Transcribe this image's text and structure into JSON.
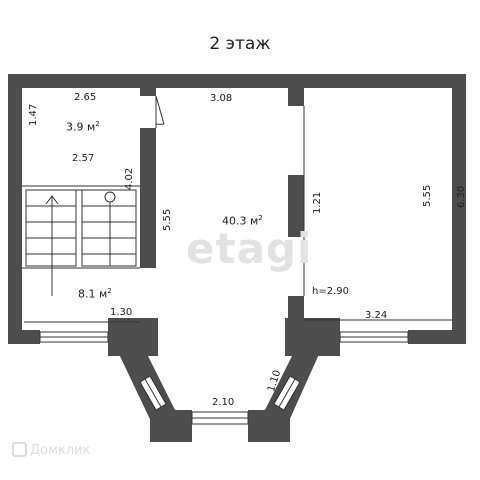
{
  "title": "2 этаж",
  "watermark": "etagi",
  "brand": "Домклик",
  "colors": {
    "wall": "#4d4d4f",
    "line": "#333333",
    "background": "#ffffff"
  },
  "dimensions": {
    "d_265": "2.65",
    "d_147": "1.47",
    "d_257": "2.57",
    "d_402": "4.02",
    "d_308": "3.08",
    "d_555_left": "5.55",
    "d_121": "1.21",
    "d_555_right": "5.55",
    "d_630": "6.30",
    "d_h290": "h=2.90",
    "d_324": "3.24",
    "d_130": "1.30",
    "d_110": "1.10",
    "d_210": "2.10"
  },
  "areas": {
    "small_room_value": "3.9 м",
    "stairs_value": "8.1 м",
    "hall_value": "40.3 м",
    "unit_power": "2"
  }
}
